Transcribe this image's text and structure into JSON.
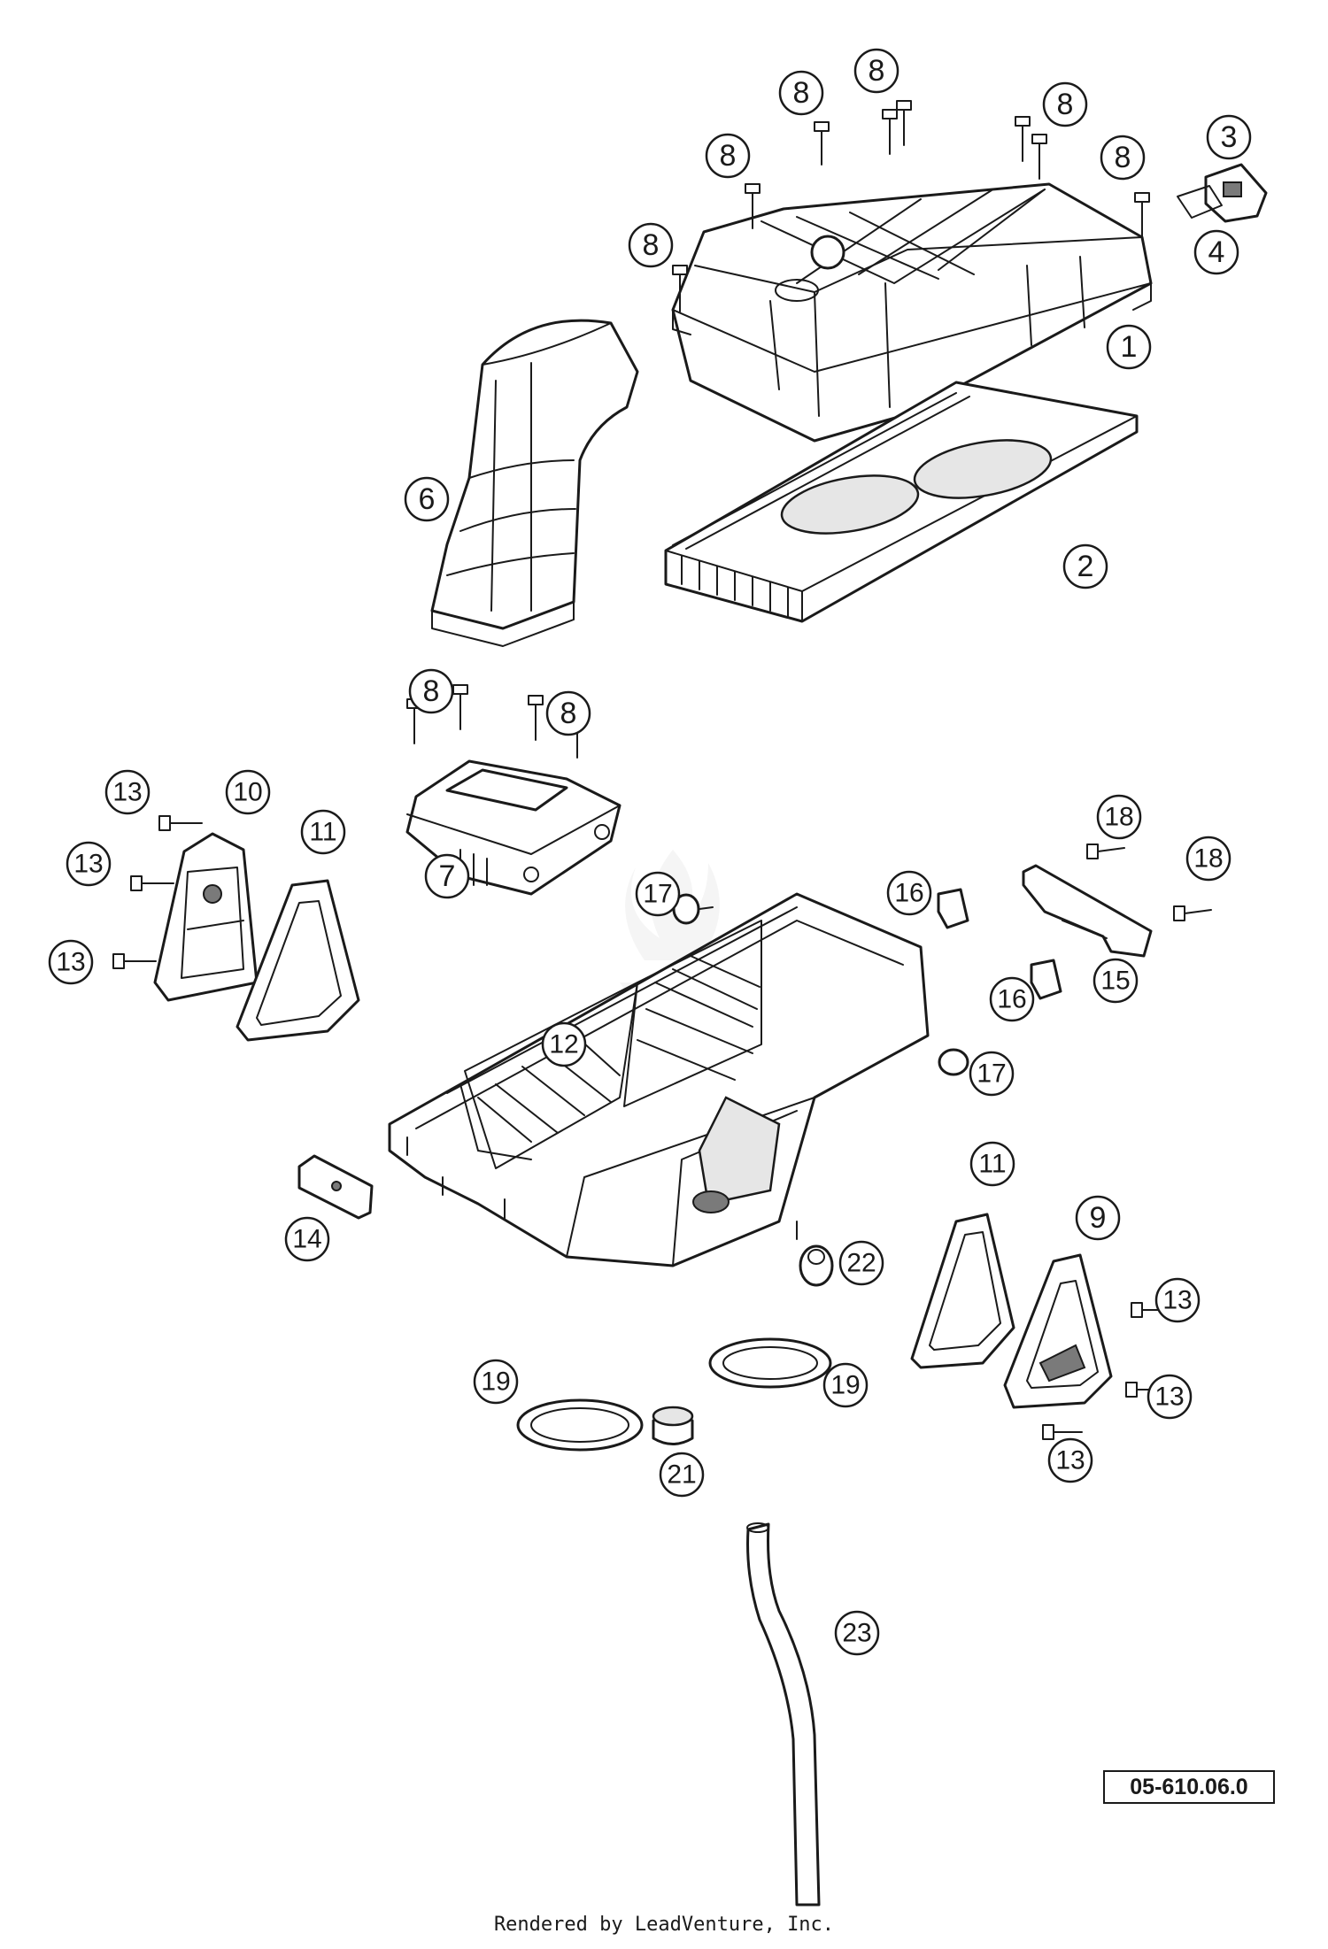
{
  "diagram": {
    "code": "05-610.06.0",
    "footer": "Rendered by LeadVenture, Inc."
  },
  "callouts": [
    {
      "id": "c1",
      "label": "1"
    },
    {
      "id": "c2",
      "label": "2"
    },
    {
      "id": "c3",
      "label": "3"
    },
    {
      "id": "c4",
      "label": "4"
    },
    {
      "id": "c6",
      "label": "6"
    },
    {
      "id": "c7",
      "label": "7"
    },
    {
      "id": "c8",
      "label": "8"
    },
    {
      "id": "c9",
      "label": "9"
    },
    {
      "id": "c10",
      "label": "10"
    },
    {
      "id": "c11",
      "label": "11"
    },
    {
      "id": "c12",
      "label": "12"
    },
    {
      "id": "c13",
      "label": "13"
    },
    {
      "id": "c14",
      "label": "14"
    },
    {
      "id": "c15",
      "label": "15"
    },
    {
      "id": "c16",
      "label": "16"
    },
    {
      "id": "c17",
      "label": "17"
    },
    {
      "id": "c18",
      "label": "18"
    },
    {
      "id": "c19",
      "label": "19"
    },
    {
      "id": "c21",
      "label": "21"
    },
    {
      "id": "c22",
      "label": "22"
    },
    {
      "id": "c23",
      "label": "23"
    }
  ]
}
